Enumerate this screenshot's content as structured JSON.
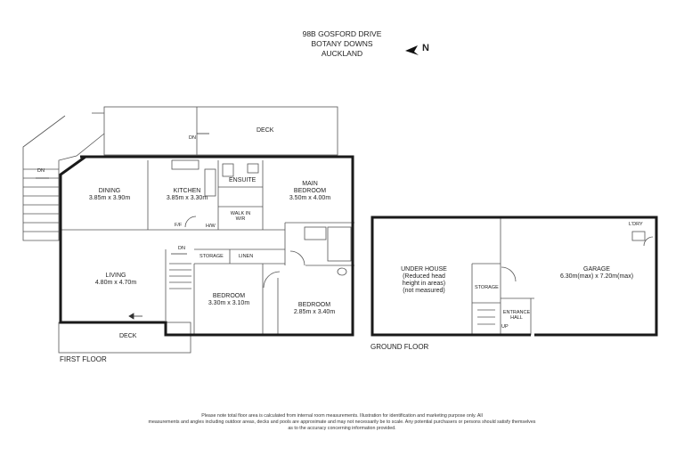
{
  "address": {
    "line1": "98B GOSFORD DRIVE",
    "line2": "BOTANY DOWNS",
    "line3": "AUCKLAND"
  },
  "north_label": "N",
  "first_floor": {
    "label": "FIRST FLOOR",
    "rooms": {
      "deck_top": "DECK",
      "dining_name": "DINING",
      "dining_size": "3.85m x 3.90m",
      "kitchen_name": "KITCHEN",
      "kitchen_size": "3.85m x 3.30m",
      "ensuite": "ENSUITE",
      "main_bedroom_name": "MAIN",
      "main_bedroom_name2": "BEDROOM",
      "main_bedroom_size": "3.50m x 4.00m",
      "walk_in_1": "WALK IN",
      "walk_in_2": "W/R",
      "ff": "F/F",
      "hw": "H/W",
      "living_name": "LIVING",
      "living_size": "4.80m x 4.70m",
      "storage": "STORAGE",
      "linen": "LINEN",
      "bedroom1_name": "BEDROOM",
      "bedroom1_size": "3.30m x 3.10m",
      "bedroom2_name": "BEDROOM",
      "bedroom2_size": "2.85m x 3.40m",
      "deck_bottom": "DECK",
      "dn_stairs_left": "DN",
      "dn_deck": "DN",
      "dn_hall": "DN"
    }
  },
  "ground_floor": {
    "label": "GROUND FLOOR",
    "rooms": {
      "under_house_1": "UNDER HOUSE",
      "under_house_2": "(Reduced head",
      "under_house_3": "height in areas)",
      "under_house_4": "(not measured)",
      "storage": "STORAGE",
      "garage_name": "GARAGE",
      "garage_size": "6.30m(max) x 7.20m(max)",
      "laundry": "L'DRY",
      "entrance_1": "ENTRANCE",
      "entrance_2": "HALL",
      "up": "UP"
    }
  },
  "disclaimer": {
    "line1": "Please note total floor area is calculated from internal room measurements. Illustration for identification and marketing purpose only. All",
    "line2": "measurements and angles including outdoor areas, decks and pools are approximate and may not necessarily be to scale. Any potential purchasers or persons should satisfy themselves",
    "line3": "as to the accuracy concerning information provided."
  }
}
